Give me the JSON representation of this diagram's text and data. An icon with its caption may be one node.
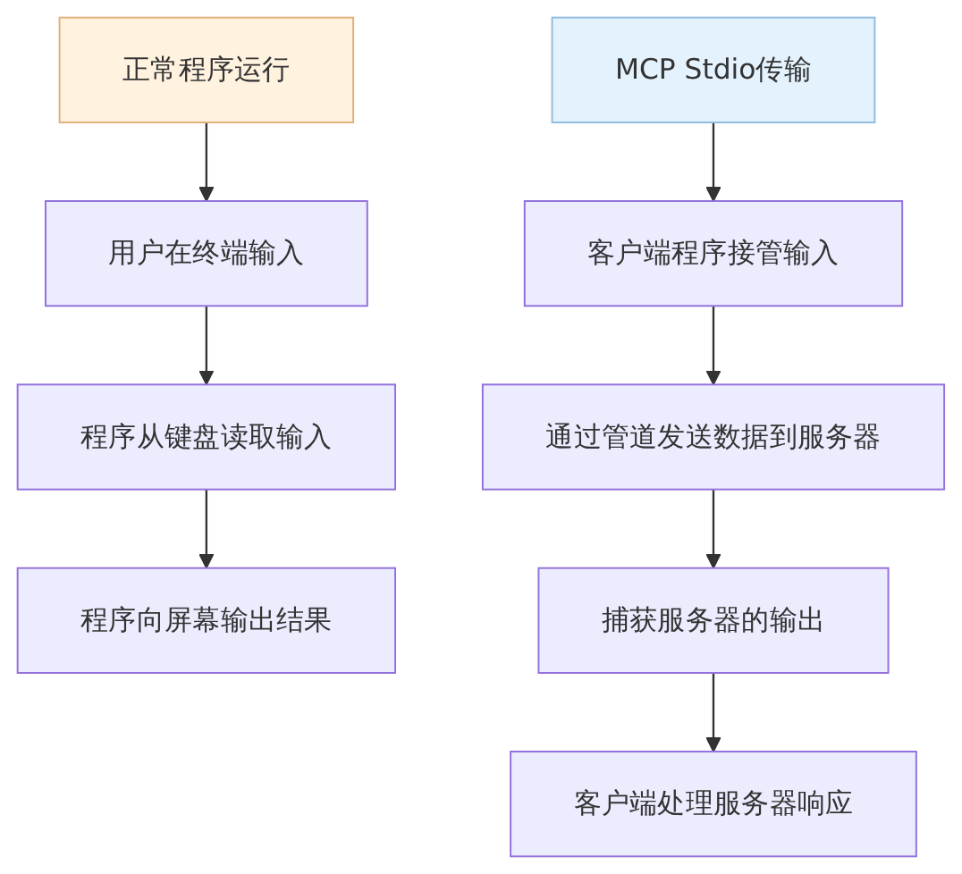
{
  "diagram": {
    "nodes": [
      {
        "text": [
          "正常程序运行"
        ]
      },
      {
        "text": [
          "用户在终端输入"
        ]
      },
      {
        "text": [
          "程序从键盘读取输入"
        ]
      },
      {
        "text": [
          "程序向屏幕输出结果"
        ]
      },
      {
        "text": [
          "MCP Stdio传输"
        ]
      },
      {
        "text": [
          "客户端程序接管输入"
        ]
      },
      {
        "text": [
          "通过管道发送数据到服务器"
        ]
      },
      {
        "text": [
          "捕获服务器的输出"
        ]
      },
      {
        "text": [
          "客户端处理服务器响应"
        ]
      }
    ],
    "edges": [
      {
        "from": 0,
        "to": 1,
        "arrow": "to"
      },
      {
        "from": 1,
        "to": 2,
        "arrow": "to"
      },
      {
        "from": 2,
        "to": 3,
        "arrow": "to"
      },
      {
        "from": 4,
        "to": 5,
        "arrow": "to"
      },
      {
        "from": 5,
        "to": 6,
        "arrow": "to"
      },
      {
        "from": 6,
        "to": 7,
        "arrow": "to"
      },
      {
        "from": 7,
        "to": 8,
        "arrow": "to"
      }
    ]
  }
}
